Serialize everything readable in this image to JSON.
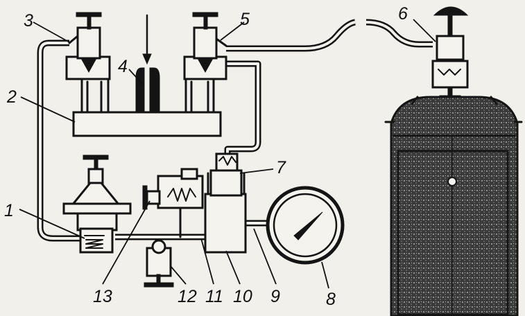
{
  "callouts": [
    {
      "id": "1",
      "text": "1"
    },
    {
      "id": "2",
      "text": "2"
    },
    {
      "id": "3",
      "text": "3"
    },
    {
      "id": "4",
      "text": "4"
    },
    {
      "id": "5",
      "text": "5"
    },
    {
      "id": "6",
      "text": "6"
    },
    {
      "id": "7",
      "text": "7"
    },
    {
      "id": "8",
      "text": "8"
    },
    {
      "id": "9",
      "text": "9"
    },
    {
      "id": "10",
      "text": "10"
    },
    {
      "id": "11",
      "text": "11"
    },
    {
      "id": "12",
      "text": "12"
    },
    {
      "id": "13",
      "text": "13"
    }
  ],
  "colors": {
    "ink": "#141414",
    "paper": "#f1f0eb"
  }
}
